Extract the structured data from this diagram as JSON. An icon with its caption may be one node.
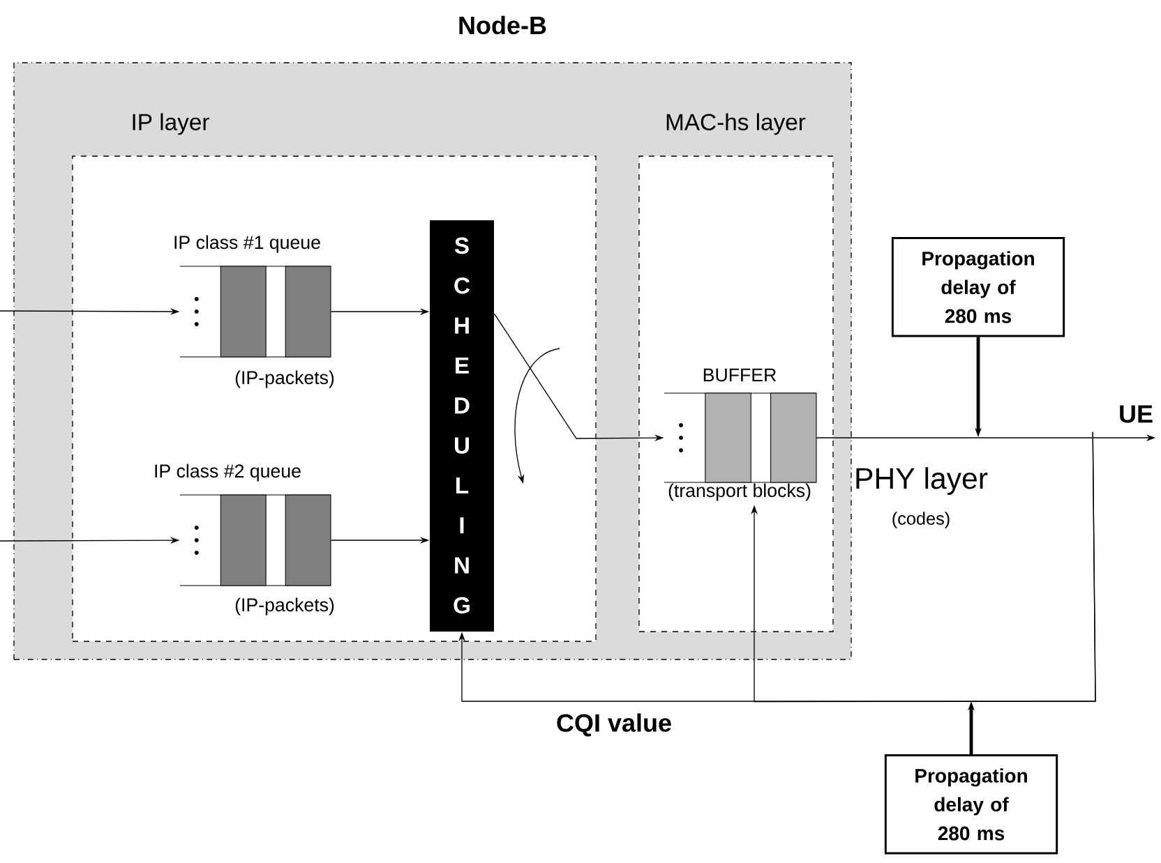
{
  "diagram": {
    "nodes": [
      {
        "text": [
          "Node-B"
        ]
      },
      {
        "text": [
          "IP layer"
        ],
        "in": 0
      },
      {
        "text": [
          "MAC-hs layer"
        ],
        "in": 0
      },
      {
        "text": [
          "IP class #1 queue"
        ],
        "beside": [
          "(IP-packets)"
        ],
        "in": 1
      },
      {
        "text": [
          "IP class #2 queue"
        ],
        "beside": [
          "(IP-packets)"
        ],
        "in": 1
      },
      {
        "text": [
          "SCHEDULING"
        ],
        "in": 1
      },
      {
        "text": [
          "BUFFER"
        ],
        "beside": [
          "(transport blocks)"
        ],
        "in": 2
      },
      {
        "text": [
          "Propagation delay of 280 ms"
        ]
      },
      {
        "text": [
          "UE"
        ]
      },
      {
        "text": [
          "Propagation delay of 280 ms"
        ]
      }
    ],
    "edges": [
      {
        "from": null,
        "to": 3,
        "arrow": "to"
      },
      {
        "from": null,
        "to": 4,
        "arrow": "to"
      },
      {
        "from": 3,
        "to": 5,
        "arrow": "to"
      },
      {
        "from": 4,
        "to": 5,
        "arrow": "to"
      },
      {
        "from": 5,
        "to": 6,
        "arrow": "to"
      },
      {
        "from": 6,
        "to": 8,
        "arrow": "to"
      },
      {
        "from": 7,
        "to": null,
        "arrow": "to",
        "style": "thick"
      },
      {
        "from": 8,
        "to": 5,
        "arrow": "to"
      },
      {
        "from": 8,
        "to": 6,
        "arrow": "to"
      },
      {
        "from": 9,
        "to": null,
        "arrow": "to",
        "style": "thick"
      }
    ],
    "labels": [
      "PHY layer",
      "(codes)",
      "CQI value"
    ]
  }
}
